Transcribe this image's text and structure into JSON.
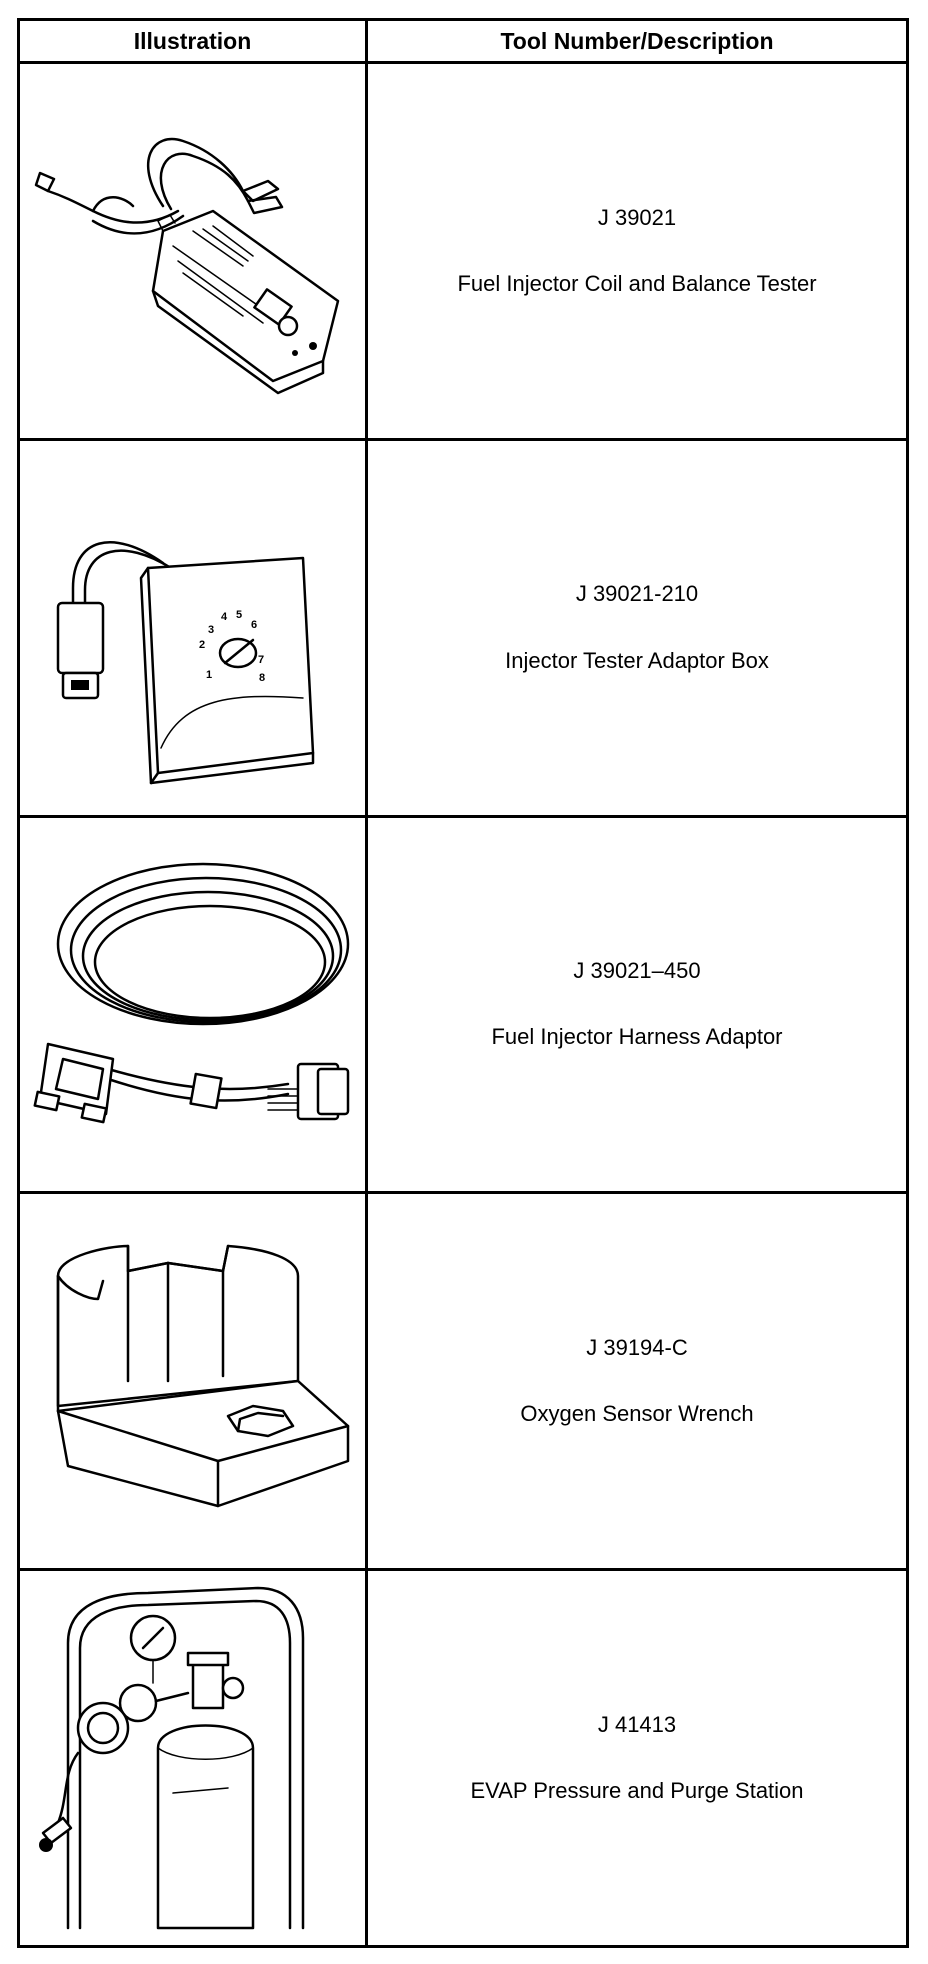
{
  "table": {
    "headers": {
      "illustration": "Illustration",
      "tool": "Tool Number/Description"
    },
    "rows": [
      {
        "number": "J 39021",
        "name": "Fuel Injector Coil and Balance Tester",
        "icon": "fuel-injector-tester-illustration"
      },
      {
        "number": "J 39021-210",
        "name": "Injector Tester Adaptor Box",
        "icon": "adaptor-box-illustration"
      },
      {
        "number": "J 39021–450",
        "name": "Fuel Injector Harness Adaptor",
        "icon": "harness-adaptor-illustration"
      },
      {
        "number": "J 39194-C",
        "name": "Oxygen Sensor Wrench",
        "icon": "oxygen-sensor-wrench-illustration"
      },
      {
        "number": "J 41413",
        "name": "EVAP Pressure and Purge Station",
        "icon": "evap-station-illustration"
      }
    ]
  }
}
